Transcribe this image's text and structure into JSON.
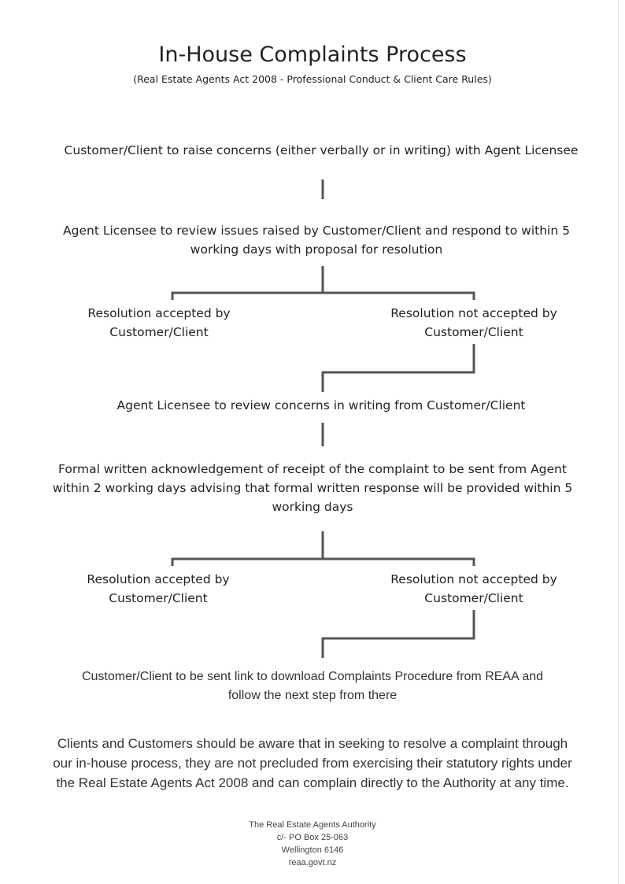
{
  "title": "In-House Complaints Process",
  "subtitle": "(Real Estate Agents Act 2008 - Professional Conduct & Client Care Rules)",
  "steps": {
    "raise": "Customer/Client to raise concerns (either verbally or in writing) with Agent Licensee",
    "review_1": "Agent Licensee to review issues raised by Customer/Client and respond to within 5",
    "review_2": "working days with proposal for resolution",
    "accepted_a_1": "Resolution accepted by",
    "accepted_a_2": "Customer/Client",
    "not_accepted_a_1": "Resolution not accepted by",
    "not_accepted_a_2": "Customer/Client",
    "review_writing": "Agent Licensee to review concerns in writing from Customer/Client",
    "ack_1": "Formal written acknowledgement of receipt of the complaint to be sent from Agent",
    "ack_2": "within 2 working days advising that formal written response will be provided within 5",
    "ack_3": "working days",
    "accepted_b_1": "Resolution accepted by",
    "accepted_b_2": "Customer/Client",
    "not_accepted_b_1": "Resolution not accepted by",
    "not_accepted_b_2": "Customer/Client",
    "reaa_1": "Customer/Client to be sent link to download Complaints Procedure from REAA and",
    "reaa_2": "follow the next step from there"
  },
  "notice": [
    "Clients and Customers should be aware that in seeking to resolve a complaint through",
    "our in-house process, they are not precluded from exercising their statutory rights under",
    "the Real Estate Agents Act 2008 and can complain directly to the Authority at any time."
  ],
  "footer": [
    "The Real Estate Agents Authority",
    "c/- PO Box 25-063",
    "Wellington 6146",
    "reaa.govt.nz"
  ],
  "colors": {
    "connector": "#555555",
    "text": "#222222"
  }
}
